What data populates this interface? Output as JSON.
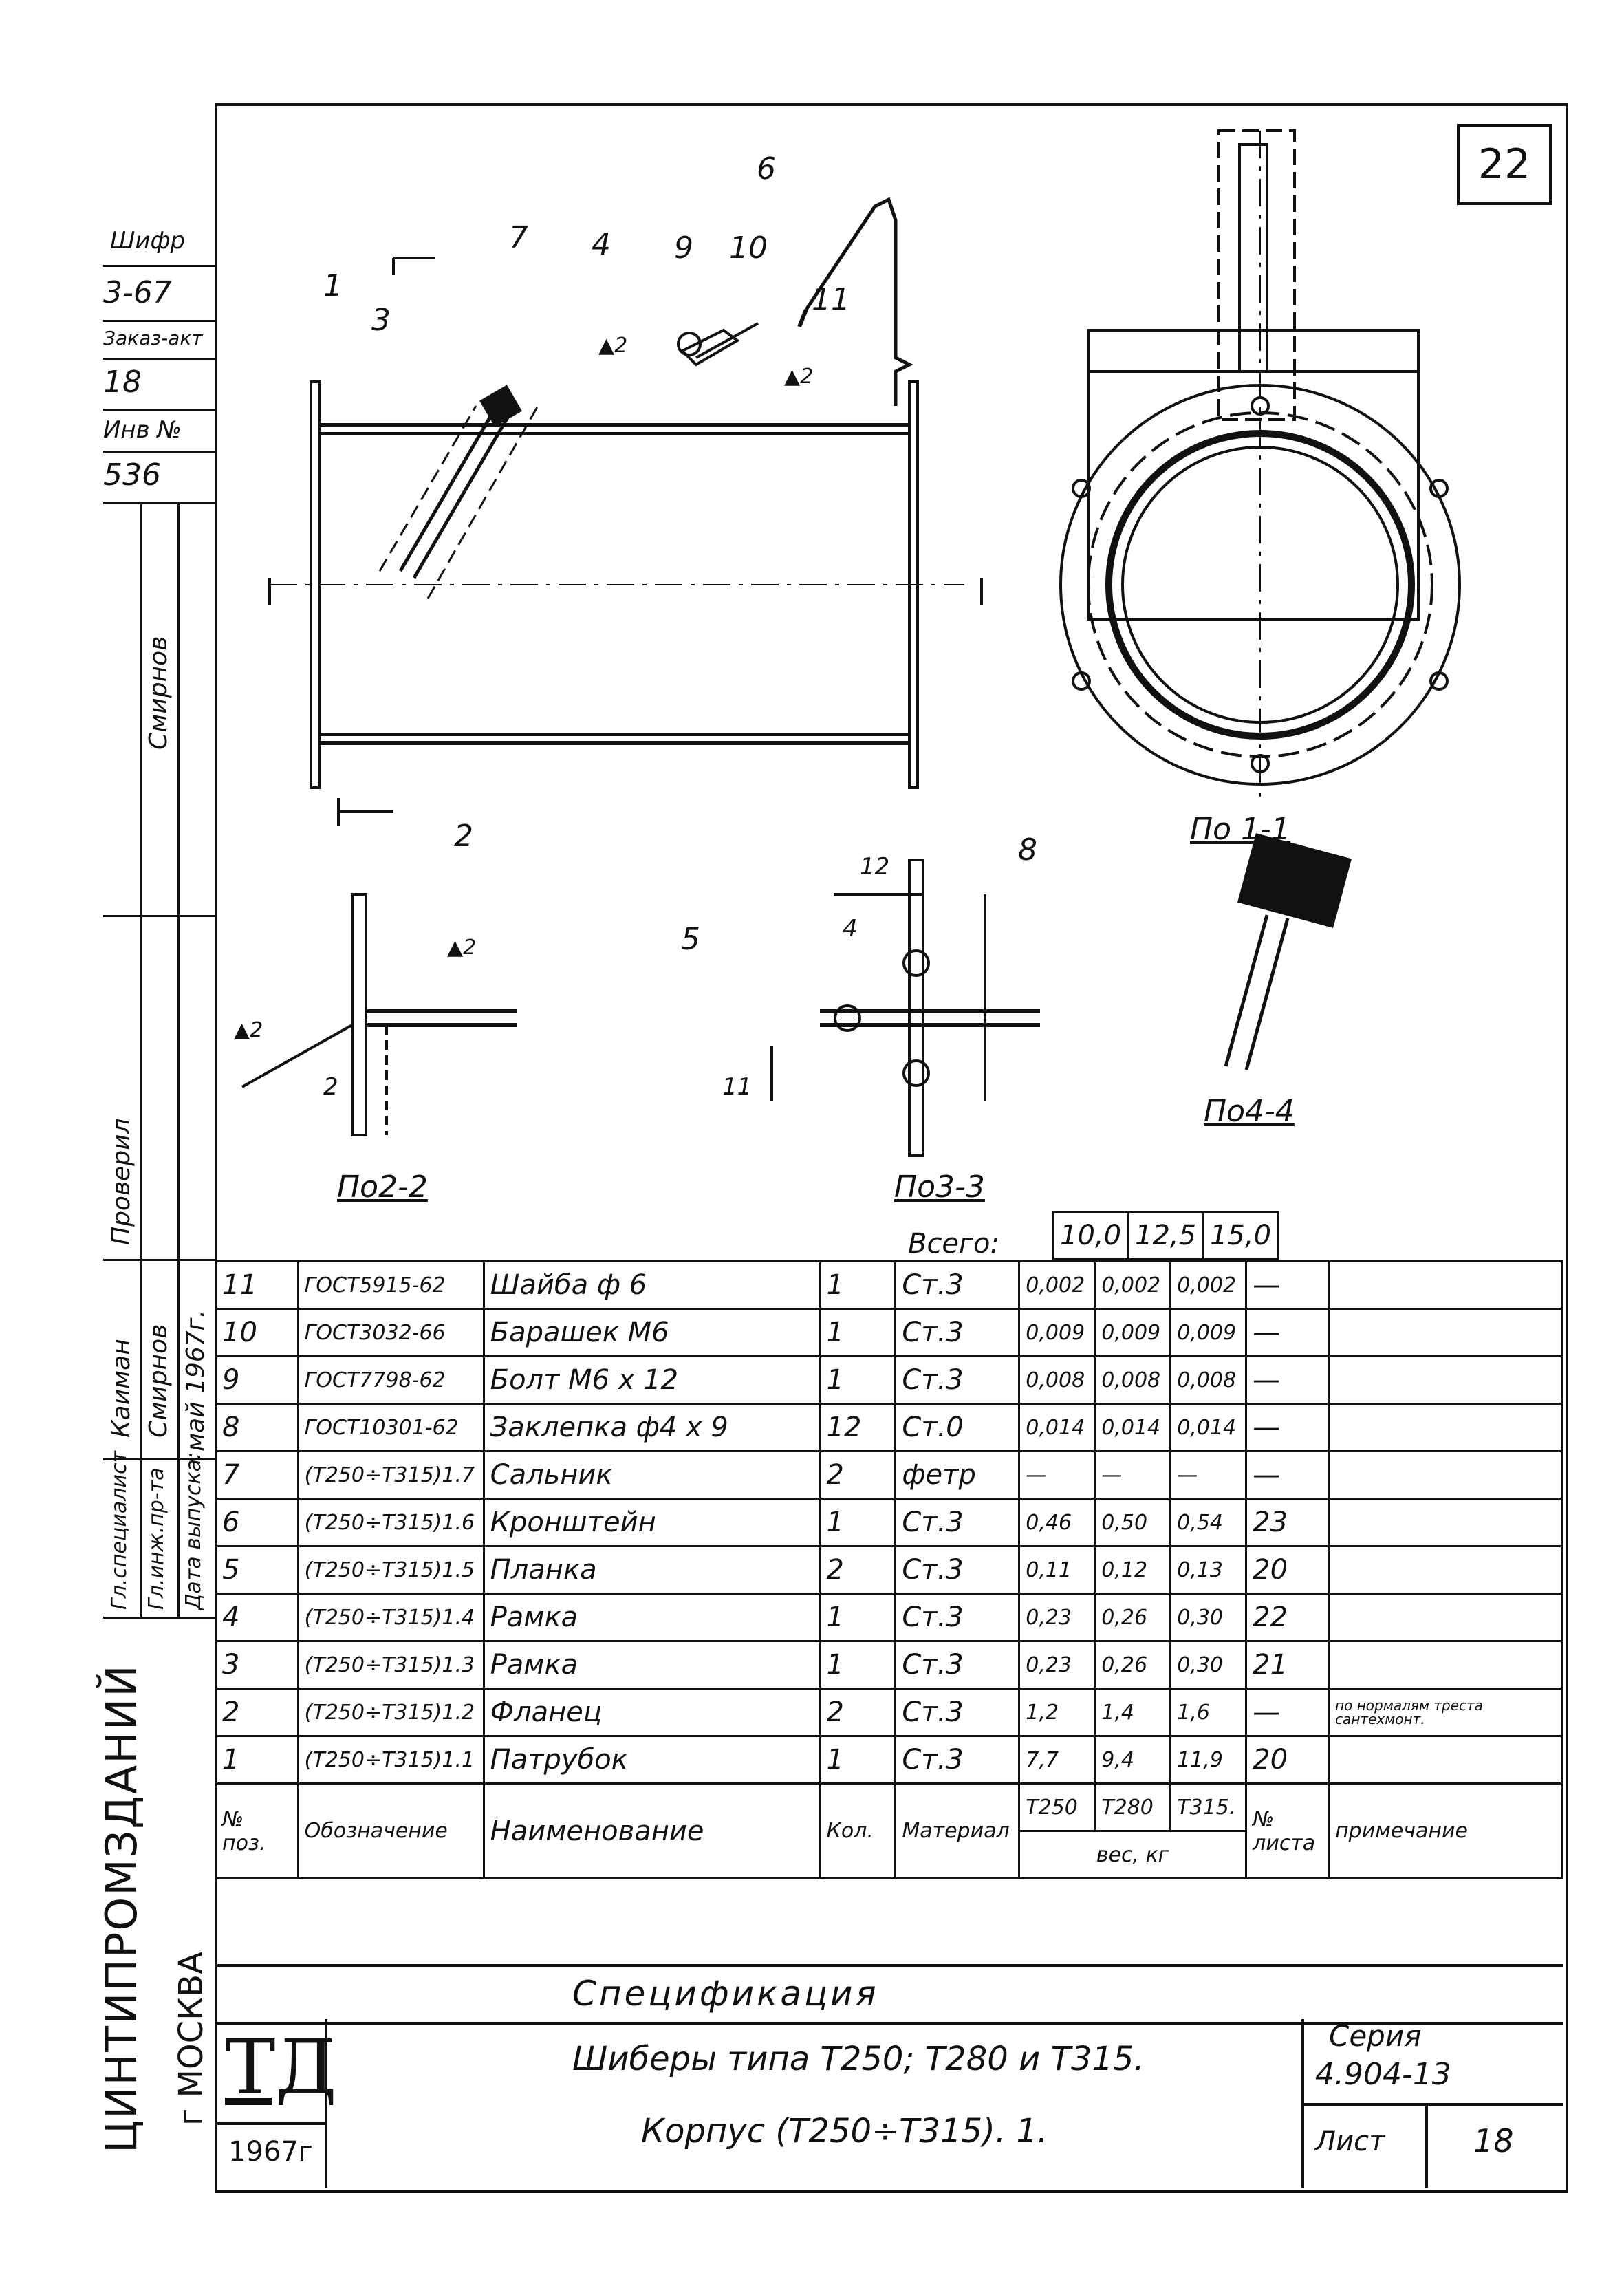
{
  "sheet_number_box": "22",
  "side_stamp": {
    "cells": [
      "Шифр",
      "3-67",
      "Заказ-акт",
      "18",
      "Инв №",
      "536"
    ],
    "roles": [
      {
        "role": "Гл.специалист",
        "sign": "",
        "name": "Каиман"
      },
      {
        "role": "Гл.инж.пр-та",
        "sign": "",
        "name": "Смирнов"
      },
      {
        "role": "Дата выпуска:",
        "sign": "",
        "name": "май 1967г."
      },
      {
        "role": "Проверил",
        "sign": "",
        "name": "Смирнов"
      }
    ],
    "publisher": "ЦИНТИПРОМЗДАНИЙ",
    "city": "г МОСКВА"
  },
  "drawing_labels": {
    "view_1_1": "По 1-1",
    "view_2_2": "По2-2",
    "view_3_3": "По3-3",
    "view_4_4": "По4-4",
    "weld_2a": "▲2",
    "weld_2b": "▲2",
    "weld_2c": "▲2",
    "weld_2d": "▲2",
    "dim_12": "12",
    "dim_4": "4",
    "dim_11": "11",
    "dim_2": "2",
    "pos": [
      "1",
      "2",
      "3",
      "4",
      "5",
      "6",
      "7",
      "8",
      "9",
      "10",
      "11"
    ]
  },
  "spec": {
    "total_label": "Всего:",
    "totals": [
      "10,0",
      "12,5",
      "15,0"
    ],
    "rows": [
      {
        "pos": "11",
        "doc": "ГОСТ5915-62",
        "name": "Шайба ф 6",
        "qty": "1",
        "mat": "Ст.3",
        "w1": "0,002",
        "w2": "0,002",
        "w3": "0,002",
        "sheet": "—",
        "note": ""
      },
      {
        "pos": "10",
        "doc": "ГОСТ3032-66",
        "name": "Барашек М6",
        "qty": "1",
        "mat": "Ст.3",
        "w1": "0,009",
        "w2": "0,009",
        "w3": "0,009",
        "sheet": "—",
        "note": ""
      },
      {
        "pos": "9",
        "doc": "ГОСТ7798-62",
        "name": "Болт М6 х 12",
        "qty": "1",
        "mat": "Ст.3",
        "w1": "0,008",
        "w2": "0,008",
        "w3": "0,008",
        "sheet": "—",
        "note": ""
      },
      {
        "pos": "8",
        "doc": "ГОСТ10301-62",
        "name": "Заклепка ф4 х 9",
        "qty": "12",
        "mat": "Ст.0",
        "w1": "0,014",
        "w2": "0,014",
        "w3": "0,014",
        "sheet": "—",
        "note": ""
      },
      {
        "pos": "7",
        "doc": "(Т250÷Т315)1.7",
        "name": "Сальник",
        "qty": "2",
        "mat": "фетр",
        "w1": "—",
        "w2": "—",
        "w3": "—",
        "sheet": "—",
        "note": ""
      },
      {
        "pos": "6",
        "doc": "(Т250÷Т315)1.6",
        "name": "Кронштейн",
        "qty": "1",
        "mat": "Ст.3",
        "w1": "0,46",
        "w2": "0,50",
        "w3": "0,54",
        "sheet": "23",
        "note": ""
      },
      {
        "pos": "5",
        "doc": "(Т250÷Т315)1.5",
        "name": "Планка",
        "qty": "2",
        "mat": "Ст.3",
        "w1": "0,11",
        "w2": "0,12",
        "w3": "0,13",
        "sheet": "20",
        "note": ""
      },
      {
        "pos": "4",
        "doc": "(Т250÷Т315)1.4",
        "name": "Рамка",
        "qty": "1",
        "mat": "Ст.3",
        "w1": "0,23",
        "w2": "0,26",
        "w3": "0,30",
        "sheet": "22",
        "note": ""
      },
      {
        "pos": "3",
        "doc": "(Т250÷Т315)1.3",
        "name": "Рамка",
        "qty": "1",
        "mat": "Ст.3",
        "w1": "0,23",
        "w2": "0,26",
        "w3": "0,30",
        "sheet": "21",
        "note": ""
      },
      {
        "pos": "2",
        "doc": "(Т250÷Т315)1.2",
        "name": "Фланец",
        "qty": "2",
        "mat": "Ст.3",
        "w1": "1,2",
        "w2": "1,4",
        "w3": "1,6",
        "sheet": "—",
        "note": "по нормалям треста сантехмонт."
      },
      {
        "pos": "1",
        "doc": "(Т250÷Т315)1.1",
        "name": "Патрубок",
        "qty": "1",
        "mat": "Ст.3",
        "w1": "7,7",
        "w2": "9,4",
        "w3": "11,9",
        "sheet": "20",
        "note": ""
      }
    ],
    "header": {
      "pos": "№ поз.",
      "doc": "Обозначение",
      "name": "Наименование",
      "qty": "Кол.",
      "mat": "Материал",
      "w1": "Т250",
      "w2": "Т280",
      "w3": "Т315.",
      "weight": "вес, кг",
      "sheet": "№ листа",
      "note": "примечание"
    },
    "caption": "Спецификация"
  },
  "title_block": {
    "logo": "ТД",
    "year": "1967г",
    "title_line1": "Шиберы типа Т250; Т280 и Т315.",
    "title_line2": "Корпус (Т250÷Т315). 1.",
    "series_label": "Серия",
    "series_value": "4.904-13",
    "sheet_label": "Лист",
    "sheet_value": "18"
  }
}
